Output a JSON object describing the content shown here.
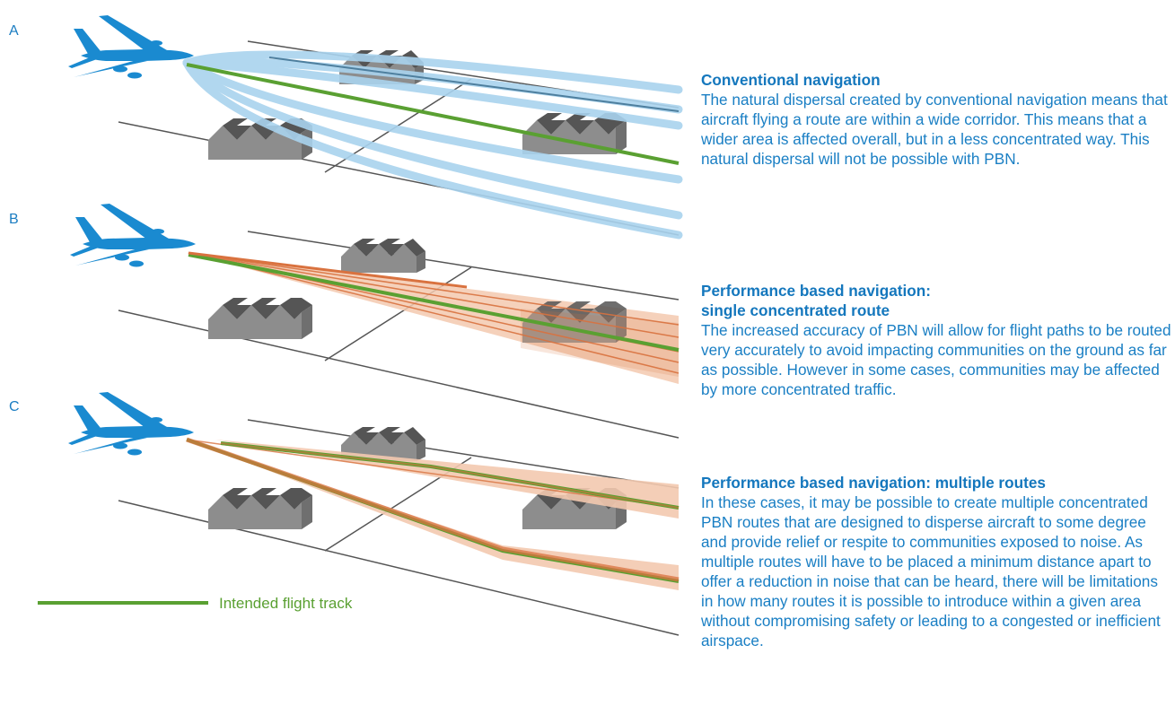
{
  "panels": [
    {
      "label": "A"
    },
    {
      "label": "B"
    },
    {
      "label": "C"
    }
  ],
  "legend": {
    "label": "Intended flight track"
  },
  "sections": [
    {
      "title": "Conventional navigation",
      "subtitle": "",
      "body": "The natural dispersal created by conventional navigation means that aircraft flying a route are within a wide corridor. This means that a wider area is affected overall, but in a less concentrated way. This natural dispersal will not be possible with PBN."
    },
    {
      "title": "Performance based navigation:",
      "subtitle": "single concentrated route",
      "body": "The increased accuracy of PBN will allow for flight paths to be routed very accurately to avoid impacting communities on the ground as far as possible. However in some cases, communities may be affected by more concentrated traffic."
    },
    {
      "title": "Performance based navigation: multiple routes",
      "subtitle": "",
      "body": "In these cases, it may be possible to create multiple concentrated PBN routes that are designed to disperse aircraft to some degree and provide relief or respite to communities exposed to noise. As multiple routes will have to be placed a minimum distance apart to offer a reduction in noise that can be heard, there will be limitations in how many routes it is possible to introduce within a given area without compromising safety or leading to a congested or inefficient airspace."
    }
  ],
  "colors": {
    "aircraft": "#1a8ad0",
    "conventional_track": "#a9d3ee",
    "pbn_track": "#d9723f",
    "pbn_corridor": "#f3c9af",
    "intended_track": "#5aa032",
    "buildings": "#8d8d8d",
    "roads": "#555555",
    "text": "#1a7fc4"
  },
  "icons": [
    "aircraft-icon",
    "building-cluster-icon"
  ]
}
